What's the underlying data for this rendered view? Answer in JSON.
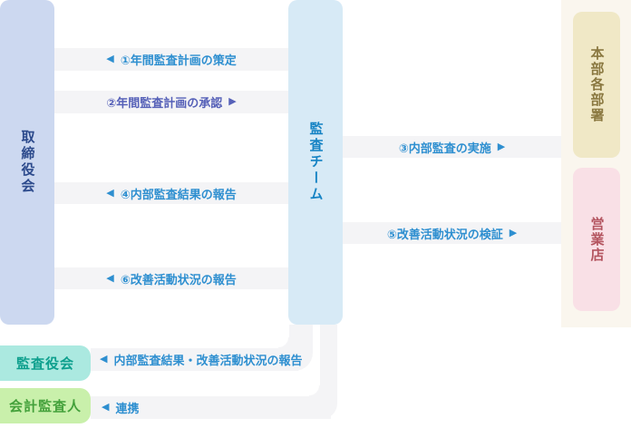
{
  "palette": {
    "board_fill": "#ccd8f0",
    "board_text": "#2c4a8c",
    "audit_team_fill": "#d7eaf6",
    "audit_team_text": "#1583c4",
    "right_panel_fill": "#faf6ee",
    "hq_fill": "#f0e8c6",
    "hq_text": "#8a7840",
    "branch_fill": "#f9e0e6",
    "branch_text": "#b45560",
    "committee_fill": "#abe9e0",
    "committee_text": "#0d9f8d",
    "auditor_fill": "#c9f0ab",
    "auditor_text": "#44a13b",
    "band_fill": "#f4f4f6",
    "flow_text_blue": "#2e8fd0",
    "flow_text_indigo": "#5661b8"
  },
  "entities": {
    "board": "取締役会",
    "audit_team": "監査チーム",
    "hq_departments": "本部各部署",
    "branches": "営業店",
    "audit_committee": "監査役会",
    "accounting_auditor": "会計監査人"
  },
  "flows": [
    {
      "label": "①年間監査計画の策定",
      "direction": "left"
    },
    {
      "label": "②年間監査計画の承認",
      "direction": "right"
    },
    {
      "label": "③内部監査の実施",
      "direction": "right"
    },
    {
      "label": "④内部監査結果の報告",
      "direction": "left"
    },
    {
      "label": "⑤改善活動状況の検証",
      "direction": "right"
    },
    {
      "label": "⑥改善活動状況の報告",
      "direction": "left"
    },
    {
      "label": "内部監査結果・改善活動状況の報告",
      "direction": "left"
    },
    {
      "label": "連携",
      "direction": "left"
    }
  ],
  "icons": {
    "left_arrow": "◀",
    "right_arrow": "▶"
  }
}
